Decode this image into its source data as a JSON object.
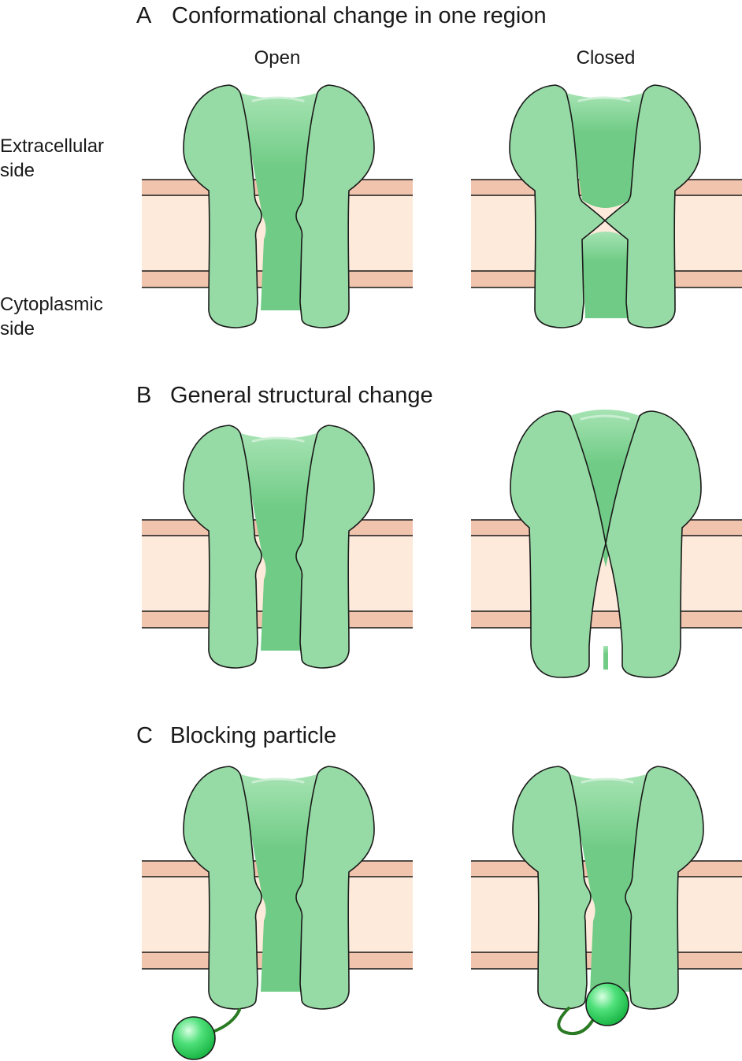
{
  "panels": [
    {
      "letter": "A",
      "title": "Conformational change in one region",
      "columns": [
        "Open",
        "Closed"
      ],
      "side_labels": {
        "extracellular": [
          "Extracellular",
          "side"
        ],
        "cytoplasmic": [
          "Cytoplasmic",
          "side"
        ]
      }
    },
    {
      "letter": "B",
      "title": "General structural change"
    },
    {
      "letter": "C",
      "title": "Blocking particle"
    }
  ],
  "colors": {
    "channel": "#96dba5",
    "pore": "#6fcb85",
    "membrane_band": "#f0c4ad",
    "membrane_core": "#fdeadb",
    "tether": "#2a7a23",
    "particle": "#2fd45a"
  }
}
